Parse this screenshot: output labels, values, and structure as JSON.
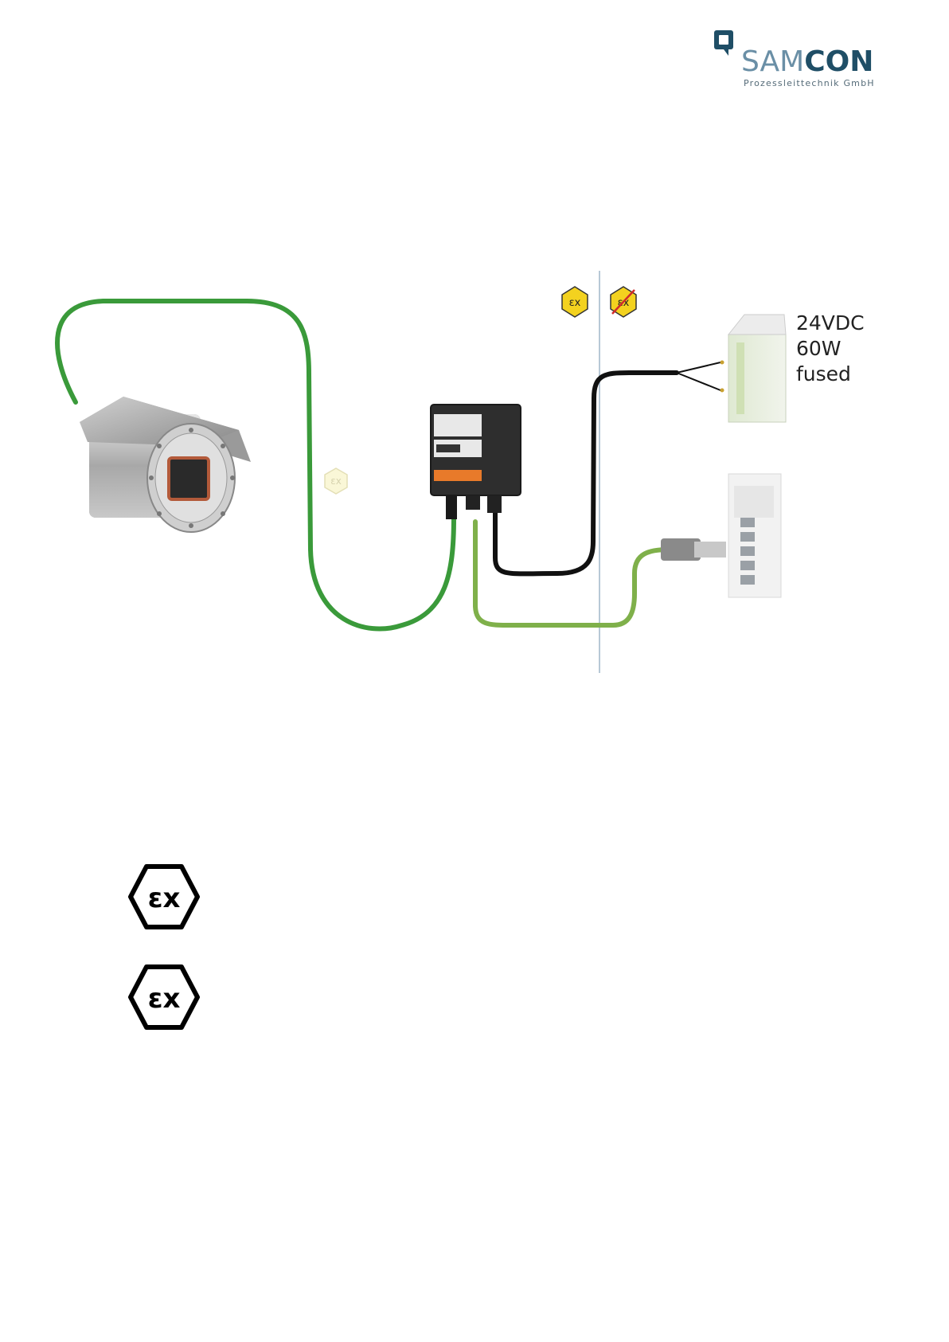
{
  "logo": {
    "word_part_1": "SAM",
    "word_part_2": "CON",
    "subtitle": "Prozessleittechnik GmbH",
    "colors": {
      "light": "#6a8fa6",
      "dark": "#1f4e66"
    }
  },
  "diagram": {
    "zone_icons": [
      "ex-hazardous-zone-icon",
      "ex-safe-zone-crossed-icon"
    ],
    "power_supply_label": [
      "24VDC",
      "60W",
      "fused"
    ],
    "cable_colors": {
      "ethernet": "#3a9a3a",
      "ethernet_safe": "#7fb04a",
      "power": "#111111"
    }
  },
  "legend": {
    "icons": [
      "ex-symbol-icon",
      "ex-symbol-icon"
    ]
  }
}
